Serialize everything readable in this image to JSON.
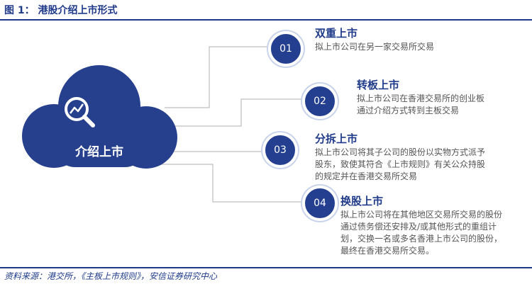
{
  "figure_title": "图 1： 港股介绍上市形式",
  "center_label": "介绍上市",
  "items": [
    {
      "number": "01",
      "title": "双重上市",
      "description": "拟上市公司在另一家交易所交易"
    },
    {
      "number": "02",
      "title": "转板上市",
      "description": "拟上市公司在香港交易所的创业板\n通过介绍方式转到主板交易"
    },
    {
      "number": "03",
      "title": "分拆上市",
      "description": "拟上市公司将其子公司的股份以实物方式派予\n股东，致使其符合《上市规则》有关公众持股\n的规定并在香港交易所交易"
    },
    {
      "number": "04",
      "title": "换股上市",
      "description": "拟上市公司将在其他地区交易所交易的股份\n通过债务偿还安排及/或其他形式的重组计\n划，交换一名或多名香港上市公司的股份，\n最终在香港交易所交易。"
    }
  ],
  "source": "资料来源：港交所，《主板上市规则》，安信证券研究中心",
  "colors": {
    "primary": "#1f3b8a",
    "cloud": "#26408d",
    "text": "#555555"
  },
  "icon": "magnifier-chart-icon"
}
